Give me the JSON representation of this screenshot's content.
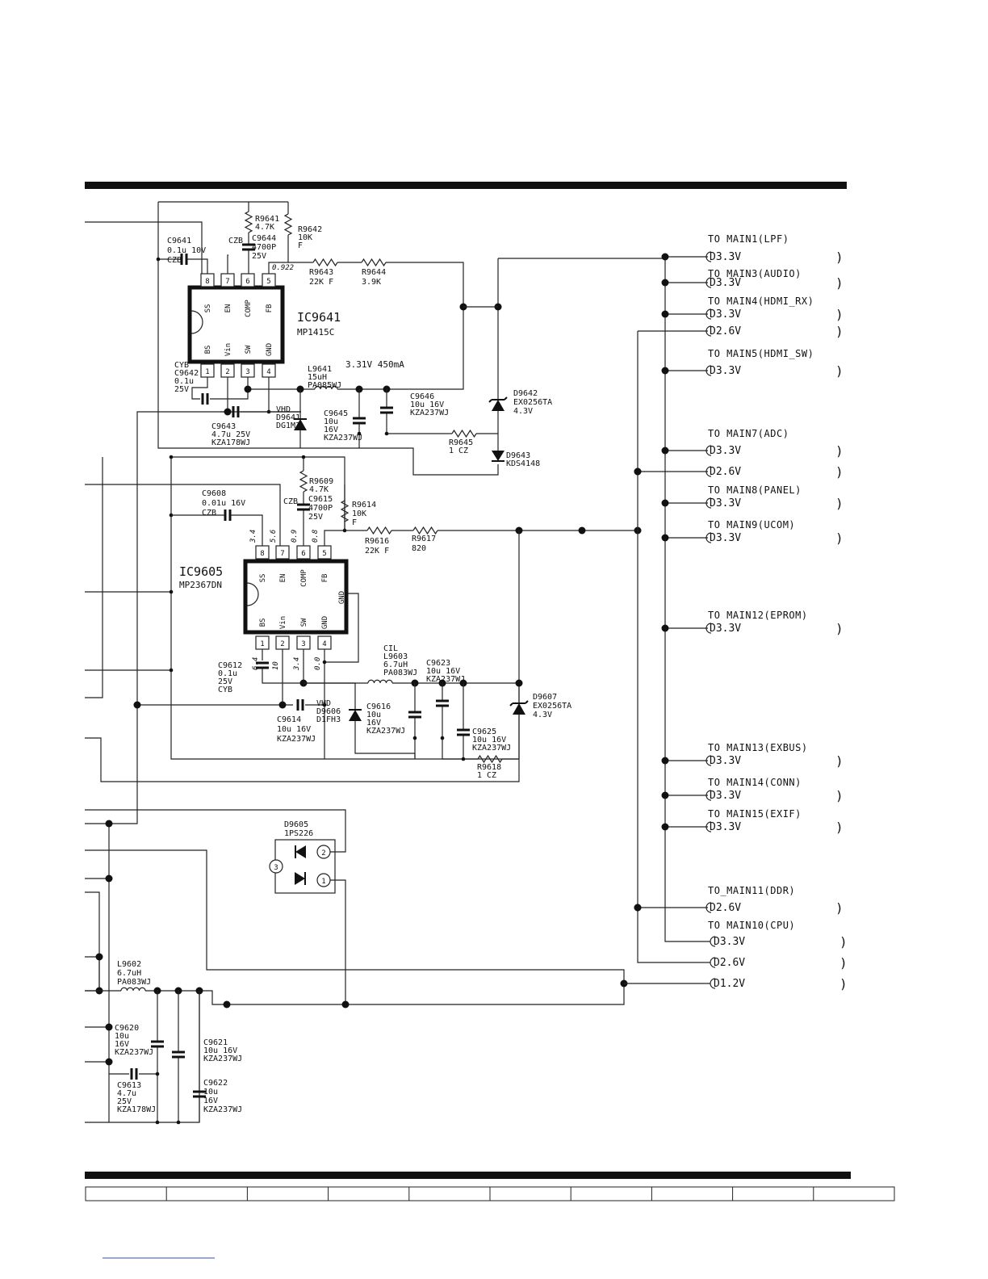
{
  "ic9641": {
    "ref": "IC9641",
    "part": "MP1415C",
    "pins_top": [
      {
        "n": "8",
        "f": "SS"
      },
      {
        "n": "7",
        "f": "EN"
      },
      {
        "n": "6",
        "f": "COMP"
      },
      {
        "n": "5",
        "f": "FB"
      }
    ],
    "pins_bot": [
      {
        "n": "1",
        "f": "BS"
      },
      {
        "n": "2",
        "f": "Vin"
      },
      {
        "n": "3",
        "f": "SW"
      },
      {
        "n": "4",
        "f": "GND"
      }
    ],
    "output_note": "3.31V 450mA",
    "fb_voltage": "0.922"
  },
  "ic9605": {
    "ref": "IC9605",
    "part": "MP2367DN",
    "pins_top": [
      {
        "n": "8",
        "f": "SS"
      },
      {
        "n": "7",
        "f": "EN"
      },
      {
        "n": "6",
        "f": "COMP"
      },
      {
        "n": "5",
        "f": "FB"
      }
    ],
    "pins_bot": [
      {
        "n": "1",
        "f": "BS"
      },
      {
        "n": "2",
        "f": "Vin"
      },
      {
        "n": "3",
        "f": "SW"
      },
      {
        "n": "4",
        "f": "GND"
      }
    ],
    "gnd_label": "GND",
    "top_voltages": [
      "3.4",
      "5.6",
      "0.9",
      "0.8"
    ],
    "bot_voltages": [
      "6.4",
      "10",
      "3.4",
      "0.0"
    ]
  },
  "components": {
    "r9641": [
      "R9641",
      "4.7K"
    ],
    "r9642": [
      "R9642",
      "10K",
      "F"
    ],
    "c9641": [
      "C9641",
      "0.1u 10V",
      "CZB"
    ],
    "c9644": [
      "CZB",
      "C9644",
      "4700P",
      "25V"
    ],
    "r9643": [
      "R9643",
      "22K  F"
    ],
    "r9644": [
      "R9644",
      "3.9K"
    ],
    "c9642": [
      "CYB",
      "C9642",
      "0.1u",
      "25V"
    ],
    "l9641": [
      "L9641",
      "15uH",
      "PA085WJ"
    ],
    "c9643": [
      "C9643",
      "4.7u 25V",
      "KZA178WJ"
    ],
    "d9641": [
      "VHD",
      "D9641",
      "DG1M3"
    ],
    "c9645": [
      "C9645",
      "10u",
      "16V",
      "KZA237WJ"
    ],
    "c9646": [
      "C9646",
      "10u 16V",
      "KZA237WJ"
    ],
    "d9642": [
      "D9642",
      "EX0256TA",
      "4.3V"
    ],
    "r9645": [
      "R9645",
      "1 CZ"
    ],
    "d9643": [
      "D9643",
      "KDS4148"
    ],
    "r9609": [
      "R9609",
      "4.7K"
    ],
    "c9615": [
      "CZB",
      "C9615",
      "4700P",
      "25V"
    ],
    "r9614": [
      "R9614",
      "10K",
      "F"
    ],
    "c9608": [
      "C9608",
      "0.01u  16V",
      "CZB"
    ],
    "r9616": [
      "R9616",
      "22K  F"
    ],
    "r9617": [
      "R9617",
      "820"
    ],
    "c9612": [
      "C9612",
      "0.1u",
      "25V",
      "CYB"
    ],
    "l9603": [
      "CIL",
      "L9603",
      "6.7uH",
      "PA083WJ"
    ],
    "c9623": [
      "C9623",
      "10u 16V",
      "KZA237WJ"
    ],
    "c9614": [
      "C9614",
      "10u    16V",
      "KZA237WJ"
    ],
    "d9606": [
      "VHD",
      "D9606",
      "D1FH3"
    ],
    "c9616": [
      "C9616",
      "10u",
      "16V",
      "KZA237WJ"
    ],
    "c9625": [
      "C9625",
      "10u 16V",
      "KZA237WJ"
    ],
    "d9607": [
      "D9607",
      "EX0256TA",
      "4.3V"
    ],
    "r9618": [
      "R9618",
      "1 CZ"
    ],
    "d9605": [
      "D9605",
      "1PS226"
    ],
    "l9602": [
      "L9602",
      "6.7uH",
      "PA083WJ"
    ],
    "c9620": [
      "C9620",
      "10u",
      "16V",
      "KZA237WJ"
    ],
    "c9613": [
      "C9613",
      "4.7u",
      "25V",
      "KZA178WJ"
    ],
    "c9621": [
      "C9621",
      "10u 16V",
      "KZA237WJ"
    ],
    "c9622": [
      "C9622",
      "10u",
      "16V",
      "KZA237WJ"
    ]
  },
  "d9605_pins": [
    "1",
    "2",
    "3"
  ],
  "connectors": [
    {
      "title": "TO MAIN1(LPF)",
      "rails": [
        "D3.3V"
      ]
    },
    {
      "title": "TO MAIN3(AUDIO)",
      "rails": [
        "D3.3V"
      ]
    },
    {
      "title": "TO MAIN4(HDMI_RX)",
      "rails": [
        "D3.3V",
        "D2.6V"
      ]
    },
    {
      "title": "TO MAIN5(HDMI_SW)",
      "rails": [
        "D3.3V"
      ]
    },
    {
      "title": "TO MAIN7(ADC)",
      "rails": [
        "D3.3V",
        "D2.6V"
      ]
    },
    {
      "title": "TO MAIN8(PANEL)",
      "rails": [
        "D3.3V"
      ]
    },
    {
      "title": "TO MAIN9(UCOM)",
      "rails": [
        "D3.3V"
      ]
    },
    {
      "title": "TO MAIN12(EPROM)",
      "rails": [
        "D3.3V"
      ]
    },
    {
      "title": "TO MAIN13(EXBUS)",
      "rails": [
        "D3.3V"
      ]
    },
    {
      "title": "TO MAIN14(CONN)",
      "rails": [
        "D3.3V"
      ]
    },
    {
      "title": "TO MAIN15(EXIF)",
      "rails": [
        "D3.3V"
      ]
    },
    {
      "title": "TO_MAIN11(DDR)",
      "rails": [
        "D2.6V"
      ]
    },
    {
      "title": "TO MAIN10(CPU)",
      "rails": [
        "D3.3V",
        "D2.6V",
        "D1.2V"
      ]
    }
  ],
  "paren_char": ")"
}
